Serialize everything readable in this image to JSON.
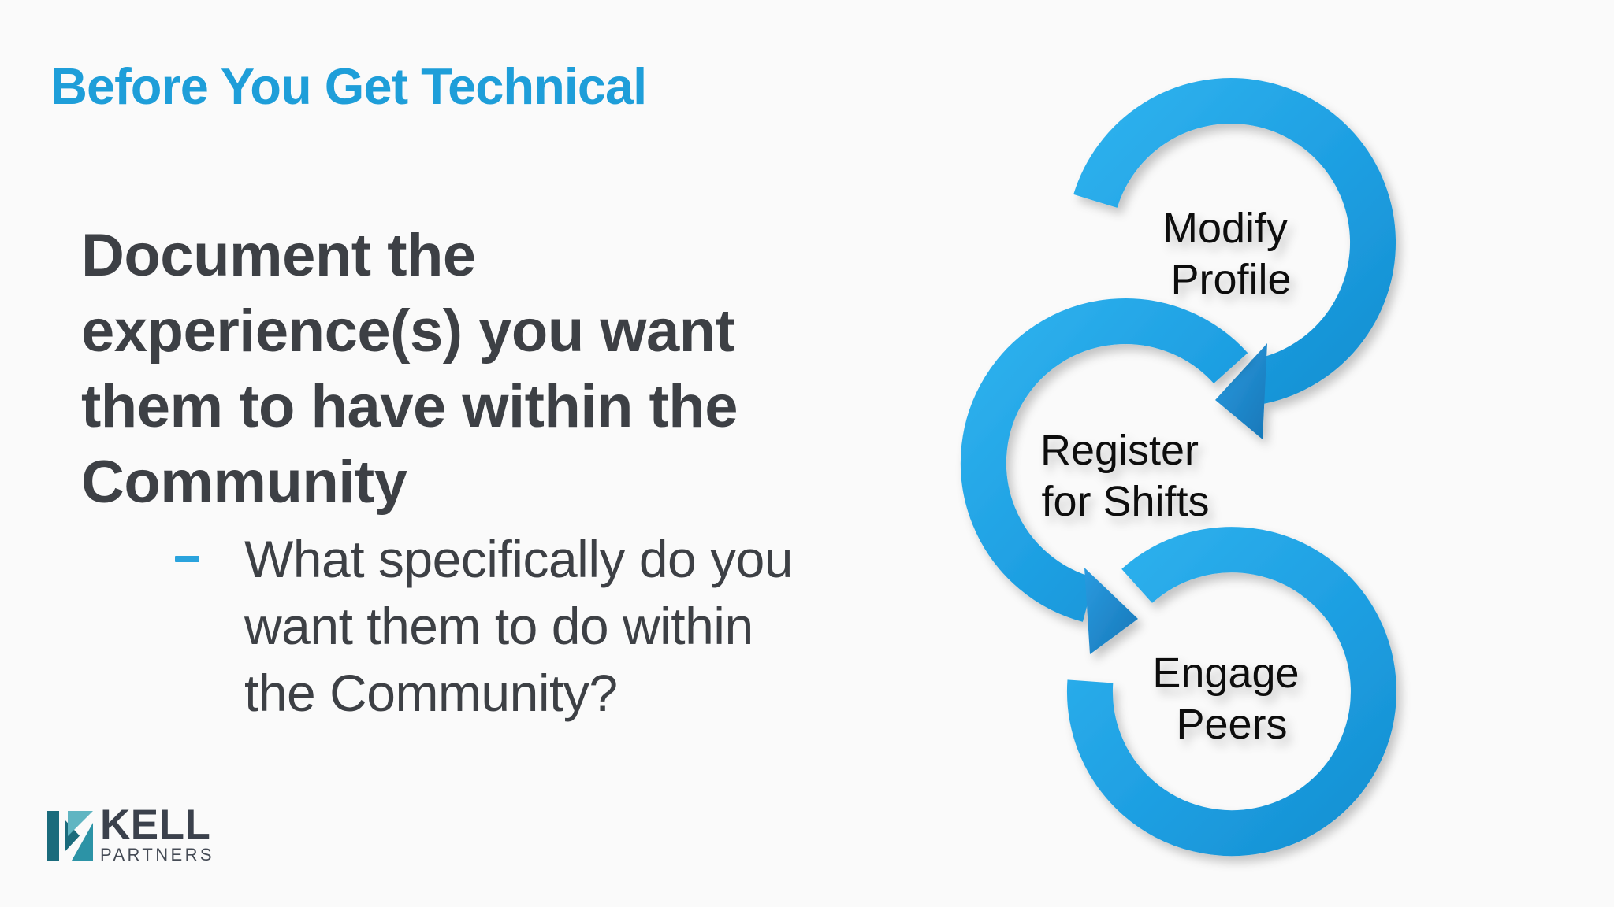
{
  "slide": {
    "title": "Before You Get Technical",
    "heading_lines": [
      "Document the",
      "experience(s) you want",
      "them to have within the",
      "Community"
    ],
    "bullet": {
      "lines": [
        "What specifically do you",
        "want them to do within",
        "the Community?"
      ]
    },
    "colors": {
      "title_blue": "#1e9ed9",
      "body_gray": "#3d4045",
      "bullet_dash_blue": "#2aa3dd",
      "background": "#fafafa"
    }
  },
  "diagram": {
    "description": "three-step cycle arrows",
    "arrow_colors": {
      "light": "#2aadec",
      "dark": "#1590d2",
      "head_dark": "#176fb2"
    },
    "steps": [
      {
        "label_lines": [
          "Modify",
          "Profile"
        ]
      },
      {
        "label_lines": [
          "Register",
          "for Shifts"
        ]
      },
      {
        "label_lines": [
          "Engage",
          "Peers"
        ]
      }
    ]
  },
  "logo": {
    "primary": "KELL",
    "secondary": "PARTNERS",
    "icon_colors": {
      "dark_teal": "#1a6b7c",
      "light_teal": "#60b5c2",
      "mid_teal": "#2c93a6"
    },
    "text_colors": {
      "primary": "#3b414c",
      "secondary": "#454b55"
    }
  }
}
